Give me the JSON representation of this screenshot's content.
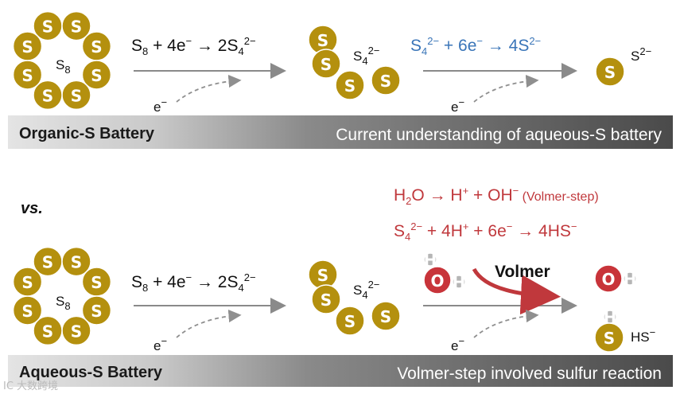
{
  "colors": {
    "sulfur": "#b4900e",
    "oxygen": "#c8343a",
    "hydrogen": "#b5b5b5",
    "red_text": "#c0383c",
    "blue_text": "#3a75b8",
    "banner_dark": "#4a4a4a",
    "banner_light": "#d8d8d8"
  },
  "atom_letter": "S",
  "oxygen_letter": "O",
  "hydrogen_letter": "H",
  "top": {
    "ring_label": "S",
    "ring_sub": "8",
    "eq1": {
      "a": "S",
      "a_sub": "8",
      "b": " + 4e",
      "b_sup": "−",
      "c": " → 2S",
      "c_sub": "4",
      "c_sup": "2−"
    },
    "polysulfide_label": "S",
    "polysulfide_sub": "4",
    "polysulfide_sup": "2−",
    "eq2": {
      "a": "S",
      "a_sub": "4",
      "a_sup": "2−",
      "b": " + 6e",
      "b_sup": "−",
      "c": " → 4S",
      "c_sup": "2−"
    },
    "sulfide_label": "S",
    "sulfide_sup": "2−",
    "electron_label_1": "e",
    "electron_sup_1": "−",
    "electron_label_2": "e",
    "electron_sup_2": "−",
    "banner_left": "Organic-S Battery",
    "banner_right": "Current understanding of aqueous-S battery"
  },
  "vs_label": "vs.",
  "bottom": {
    "volmer_eq": {
      "a": "H",
      "a_sub": "2",
      "b": "O → H",
      "b_sup": "+",
      "c": " + OH",
      "c_sup": "−",
      "note": " (Volmer-step)"
    },
    "hs_eq": {
      "a": "S",
      "a_sub": "4",
      "a_sup": "2−",
      "b": " + 4H",
      "b_sup": "+",
      "c": " + 6e",
      "c_sup": "−",
      "d": " → 4HS",
      "d_sup": "−"
    },
    "ring_label": "S",
    "ring_sub": "8",
    "eq1": {
      "a": "S",
      "a_sub": "8",
      "b": " + 4e",
      "b_sup": "−",
      "c": " → 2S",
      "c_sub": "4",
      "c_sup": "2−"
    },
    "polysulfide_label": "S",
    "polysulfide_sub": "4",
    "polysulfide_sup": "2−",
    "volmer_label": "Volmer",
    "hs_label": "HS",
    "hs_sup": "−",
    "electron_label_1": "e",
    "electron_sup_1": "−",
    "electron_label_2": "e",
    "electron_sup_2": "−",
    "banner_left": "Aqueous-S Battery",
    "banner_right": "Volmer-step involved sulfur reaction"
  },
  "watermark": "IC 大数跨境"
}
